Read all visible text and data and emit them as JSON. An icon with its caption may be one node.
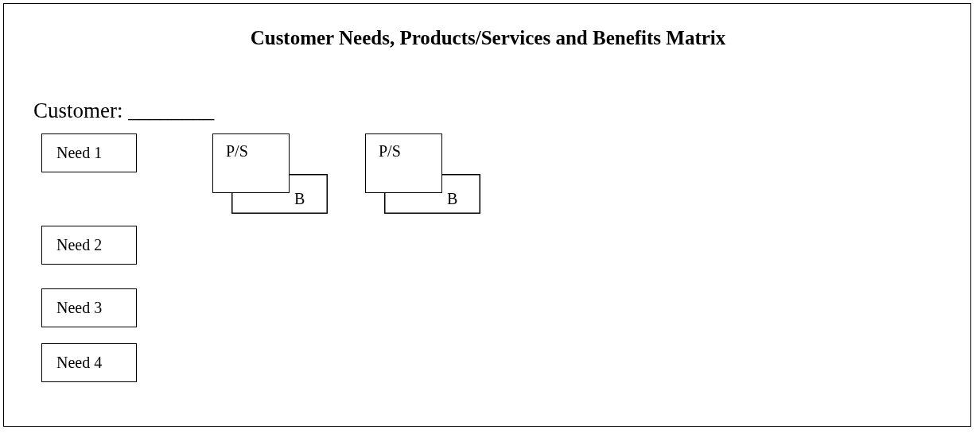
{
  "diagram": {
    "title": "Customer Needs, Products/Services and Benefits Matrix",
    "nodes": [
      {
        "text": [
          "Need 1"
        ]
      },
      {
        "text": [
          "P/S"
        ]
      },
      {
        "text": [
          "B"
        ]
      },
      {
        "text": [
          "P/S"
        ]
      },
      {
        "text": [
          "B"
        ]
      },
      {
        "text": [
          "Need 2"
        ]
      },
      {
        "text": [
          "Need 3"
        ]
      },
      {
        "text": [
          "Need 4"
        ]
      }
    ],
    "edges": [],
    "labels": [
      "Customer: ________"
    ]
  }
}
